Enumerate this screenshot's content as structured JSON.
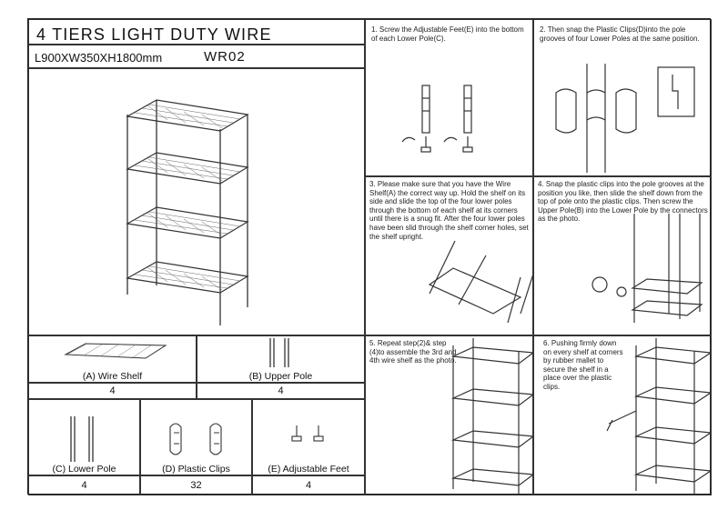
{
  "header": {
    "title": "4 TIERS LIGHT DUTY WIRE SHELVING",
    "dimensions": "L900XW350XH1800mm",
    "model": "WR02"
  },
  "steps": [
    {
      "text": "1. Screw the Adjustable Feet(E) into the bottom of each Lower Pole(C)."
    },
    {
      "text": "2. Then snap the Plastic Clips(D)into the pole grooves of four Lower Poles at the same position."
    },
    {
      "text": "3. Please make sure that you have the Wire Shelf(A) the correct way up. Hold the shelf on its side and slide the top of the four lower poles through the bottom of each shelf at its corners until there is a snug fit. After the four lower poles have been slid through the shelf corner holes, set the shelf upright."
    },
    {
      "text": "4. Snap the plastic clips into the pole grooves at the position you like, then slide the shelf down from the top of pole onto the plastic clips. Then screw the Upper Pole(B) into the Lower Pole by the connectors as the photo."
    },
    {
      "text": "5. Repeat step(2)& step (4)to assemble the 3rd and 4th wire shelf as the photo."
    },
    {
      "text": "6. Pushing firmly down on every shelf at corners by rubber mallet to secure the shelf in a place over the plastic clips."
    }
  ],
  "parts": [
    {
      "label": "(A) Wire Shelf",
      "qty": "4"
    },
    {
      "label": "(B) Upper Pole",
      "qty": "4"
    },
    {
      "label": "(C) Lower Pole",
      "qty": "4"
    },
    {
      "label": "(D) Plastic Clips",
      "qty": "32"
    },
    {
      "label": "(E) Adjustable Feet",
      "qty": "4"
    }
  ]
}
